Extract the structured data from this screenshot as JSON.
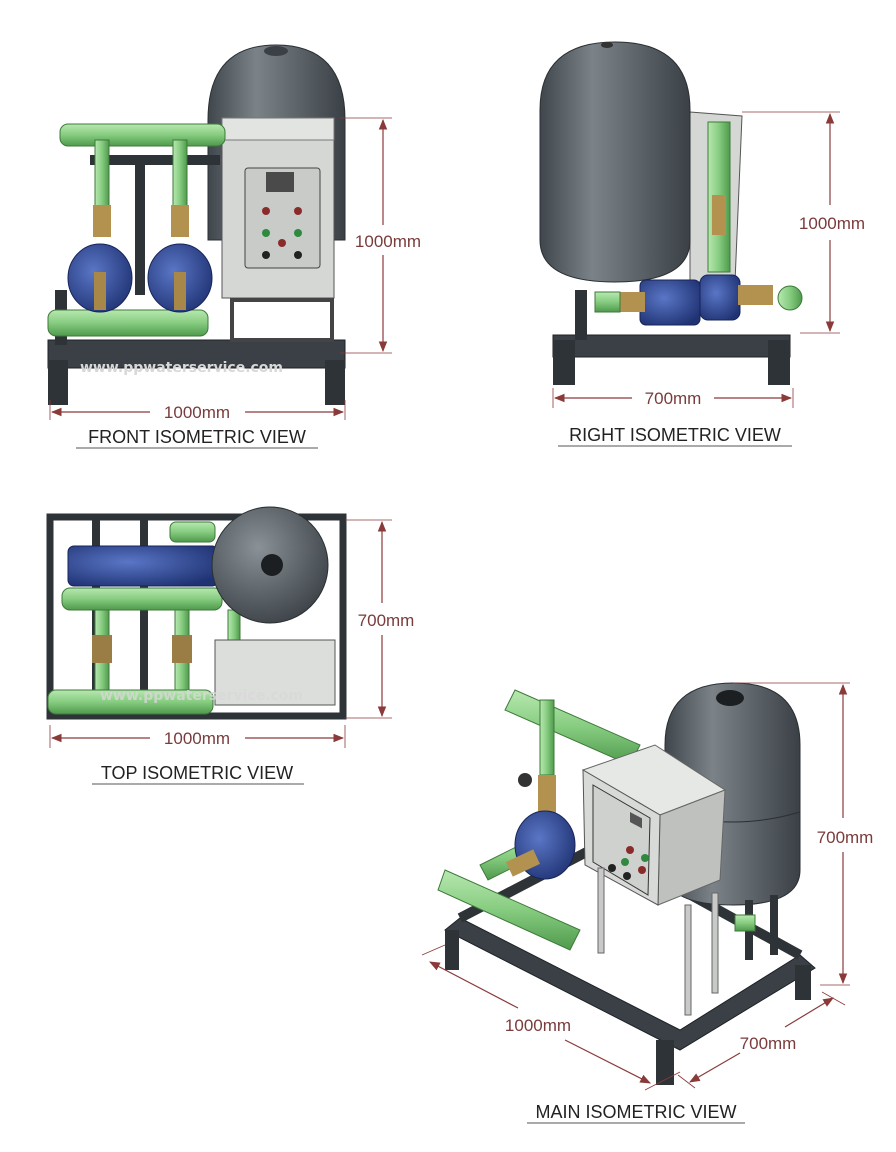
{
  "watermark": "www.ppwaterservice.com",
  "views": {
    "front": {
      "title": "FRONT ISOMETRIC VIEW",
      "height_dim": "1000mm",
      "width_dim": "1000mm"
    },
    "right": {
      "title": "RIGHT ISOMETRIC VIEW",
      "height_dim": "1000mm",
      "width_dim": "700mm"
    },
    "top": {
      "title": "TOP ISOMETRIC VIEW",
      "depth_dim": "700mm",
      "width_dim": "1000mm"
    },
    "main": {
      "title": "MAIN ISOMETRIC VIEW",
      "height_dim": "700mm",
      "length_dim": "1000mm",
      "depth_dim": "700mm"
    }
  },
  "colors": {
    "tank": "#5f666c",
    "pipe": "#8fd18a",
    "pump": "#2e4a9a",
    "frame": "#2e3338",
    "box": "#d9dbd9",
    "dimension": "#8b3a3a"
  }
}
